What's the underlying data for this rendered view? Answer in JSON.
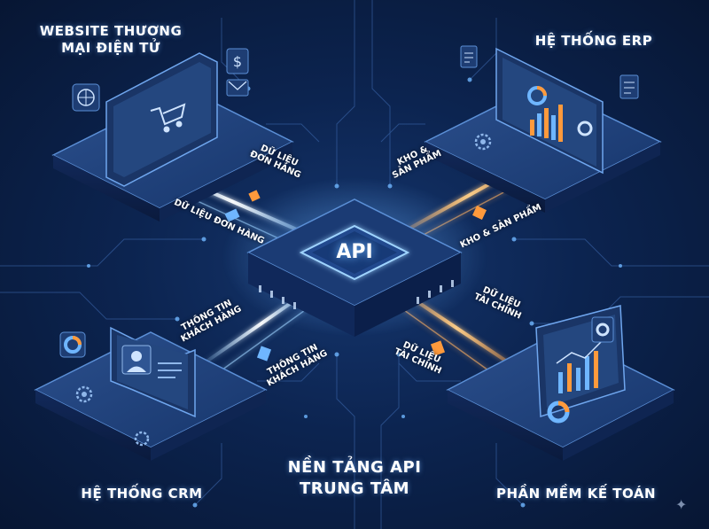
{
  "center": {
    "chip_label": "API",
    "title_line1": "NỀN TẢNG API",
    "title_line2": "TRUNG TÂM"
  },
  "systems": {
    "ecommerce": {
      "line1": "WEBSITE THƯƠNG",
      "line2": "MẠI ĐIỆN TỬ"
    },
    "erp": {
      "title": "HỆ THỐNG ERP"
    },
    "crm": {
      "title": "HỆ THỐNG CRM"
    },
    "accounting": {
      "title": "PHẦN MỀM KẾ TOÁN"
    }
  },
  "flows": {
    "order_a_line1": "DỮ LIỆU",
    "order_a_line2": "ĐƠN HÀNG",
    "order_b": "DỮ LIỆU ĐƠN HÀNG",
    "stock_a_line1": "KHO &",
    "stock_a_line2": "SẢN PHẨM",
    "stock_b": "KHO & SẢN PHẨM",
    "customer_a_line1": "THÔNG TIN",
    "customer_a_line2": "KHÁCH HÀNG",
    "customer_b_line1": "THÔNG TIN",
    "customer_b_line2": "KHÁCH HÀNG",
    "finance_a_line1": "DỮ LIỆU",
    "finance_a_line2": "TÀI CHÍNH",
    "finance_b_line1": "DỮ LIỆU",
    "finance_b_line2": "TÀI CHÍNH"
  },
  "colors": {
    "background": "#0c2450",
    "glow_blue": "#6fb6ff",
    "glow_orange": "#ff9a3c",
    "panel": "#1e3d73",
    "panel_edge": "#5b8fd6",
    "screen": "#1a3566"
  },
  "icons": [
    "globe-icon",
    "dollar-icon",
    "mail-icon",
    "cart-icon",
    "gear-icon",
    "bar-chart-icon",
    "pie-chart-icon",
    "user-icon",
    "document-icon"
  ]
}
